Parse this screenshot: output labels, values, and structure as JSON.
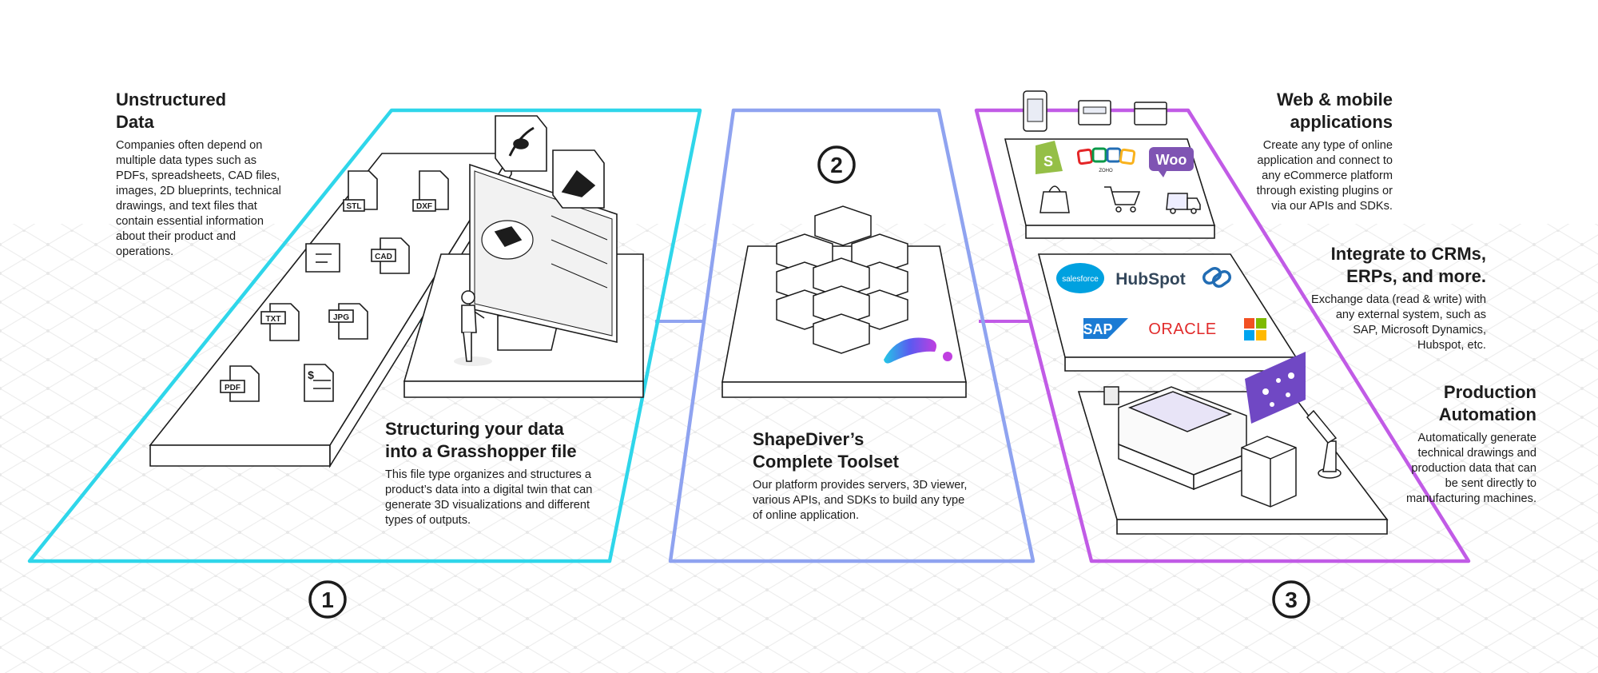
{
  "sections": {
    "unstructured": {
      "title_line1": "Unstructured",
      "title_line2": "Data",
      "body": "Companies often depend on multiple data types such as PDFs, spreadsheets, CAD files, images, 2D blueprints, technical drawings, and text files that contain essential information about their product and operations."
    },
    "structuring": {
      "title_line1": "Structuring your data",
      "title_line2": "into a Grasshopper file",
      "body": "This file type organizes and structures a product’s data into a digital twin that can generate 3D visualizations and different types of outputs."
    },
    "toolset": {
      "title_line1": "ShapeDiver’s",
      "title_line2": "Complete Toolset",
      "body": "Our platform provides servers, 3D viewer, various APIs, and SDKs to build any type of online application."
    },
    "web": {
      "title_line1": "Web & mobile",
      "title_line2": "applications",
      "body": "Create any type of online application and connect to any eCommerce platform through existing plugins or via our APIs and SDKs."
    },
    "crm": {
      "title_line1": "Integrate to CRMs,",
      "title_line2": "ERPs, and more.",
      "body": "Exchange data (read & write) with any  external system, such as SAP, Microsoft Dynamics, Hubspot, etc."
    },
    "production": {
      "title_line1": "Production",
      "title_line2": "Automation",
      "body": "Automatically generate technical drawings and production data that can be sent directly to manufacturing machines."
    }
  },
  "steps": [
    "1",
    "2",
    "3"
  ],
  "file_types": [
    "STL",
    "DXF",
    "CAD",
    "TXT",
    "JPG",
    "PDF",
    "$"
  ],
  "logos": {
    "salesforce": "salesforce",
    "hubspot": "HubSpot",
    "sap": "SAP",
    "oracle": "ORACLE",
    "zoho": "ZOHO",
    "woo": "Woo"
  },
  "colors": {
    "cyan": "#2fd6ea",
    "blue": "#8fa3f0",
    "purple": "#c15be6",
    "ink": "#1c1c1c",
    "grid": "#e9e9e9"
  },
  "icons": [
    "grasshopper-icon",
    "rhino-icon",
    "monitor-icon",
    "person-icon",
    "server-stack-icon",
    "shapediver-logo-icon",
    "shopify-icon",
    "cart-icon",
    "shopping-bag-icon",
    "delivery-truck-icon",
    "phone-icon",
    "cnc-machine-icon",
    "3d-printer-icon",
    "robot-arm-icon",
    "microsoft-logo-icon"
  ]
}
